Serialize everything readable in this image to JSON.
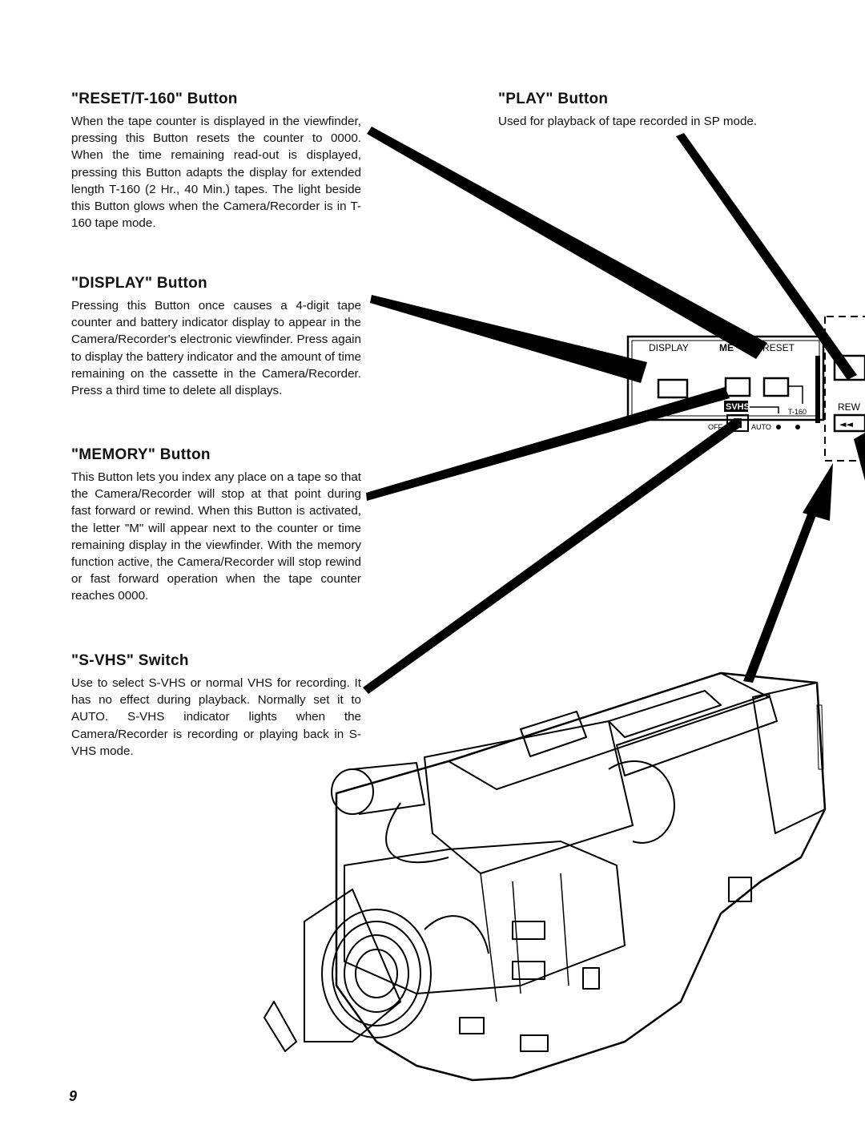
{
  "sections": {
    "reset": {
      "title": "\"RESET/T-160\" Button",
      "text": "When the tape counter is displayed in the viewfinder, pressing this Button resets the counter to 0000. When the time remaining read-out is displayed, pressing this Button adapts the display for extended length T-160 (2 Hr., 40 Min.) tapes. The light beside this Button glows when the Camera/Recorder is in T-160 tape mode."
    },
    "play": {
      "title": "\"PLAY\" Button",
      "text": "Used for playback of tape recorded in SP mode."
    },
    "display": {
      "title": "\"DISPLAY\" Button",
      "text": "Pressing this Button once causes a 4-digit tape counter and battery indicator display to appear in the Camera/Recorder's electronic viewfinder. Press again to display the battery indicator and the amount of time remaining on the cassette in the Camera/Recorder. Press a third time to delete all displays."
    },
    "memory": {
      "title": "\"MEMORY\" Button",
      "text": "This Button lets you index any place on a tape so that the Camera/Recorder will stop at that point during fast forward or rewind. When this Button is activated, the letter \"M\" will appear next to the counter or time remaining display in the viewfinder. With the memory function active, the Camera/Recorder will stop rewind or fast forward operation when the tape counter reaches 0000."
    },
    "svhs": {
      "title": "\"S-VHS\" Switch",
      "text": "Use to select S-VHS or normal VHS for recording. It has no effect during playback. Normally set it to AUTO. S-VHS indicator lights when the Camera/Recorder is recording or playing back in S-VHS mode."
    }
  },
  "panel": {
    "display_label": "DISPLAY",
    "memory_label": "ME",
    "reset_label": "RESET",
    "svhs_logo": "SVHS",
    "t160_label": "T-160",
    "off_label": "OFF",
    "auto_label": "AUTO",
    "rew_label": "REW",
    "rew_symbol": "◄◄"
  },
  "page_number": "9"
}
